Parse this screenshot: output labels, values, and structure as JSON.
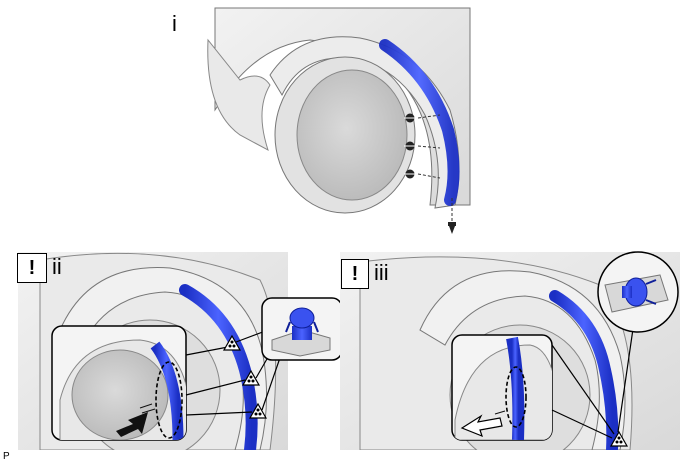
{
  "steps": [
    {
      "roman": "i",
      "caution": false
    },
    {
      "roman": "ii",
      "caution": true,
      "caution_symbol": "!"
    },
    {
      "roman": "iii",
      "caution": true,
      "caution_symbol": "!"
    }
  ],
  "ref_letter": "P",
  "colors": {
    "highlight": "#2a3fd6",
    "body": "#e6e6e6",
    "line": "#555555",
    "disk": "#cfcfcf"
  },
  "icons": [
    "screw-icon",
    "clip-icon",
    "pull-arrow-icon",
    "clip-marker-icon"
  ]
}
